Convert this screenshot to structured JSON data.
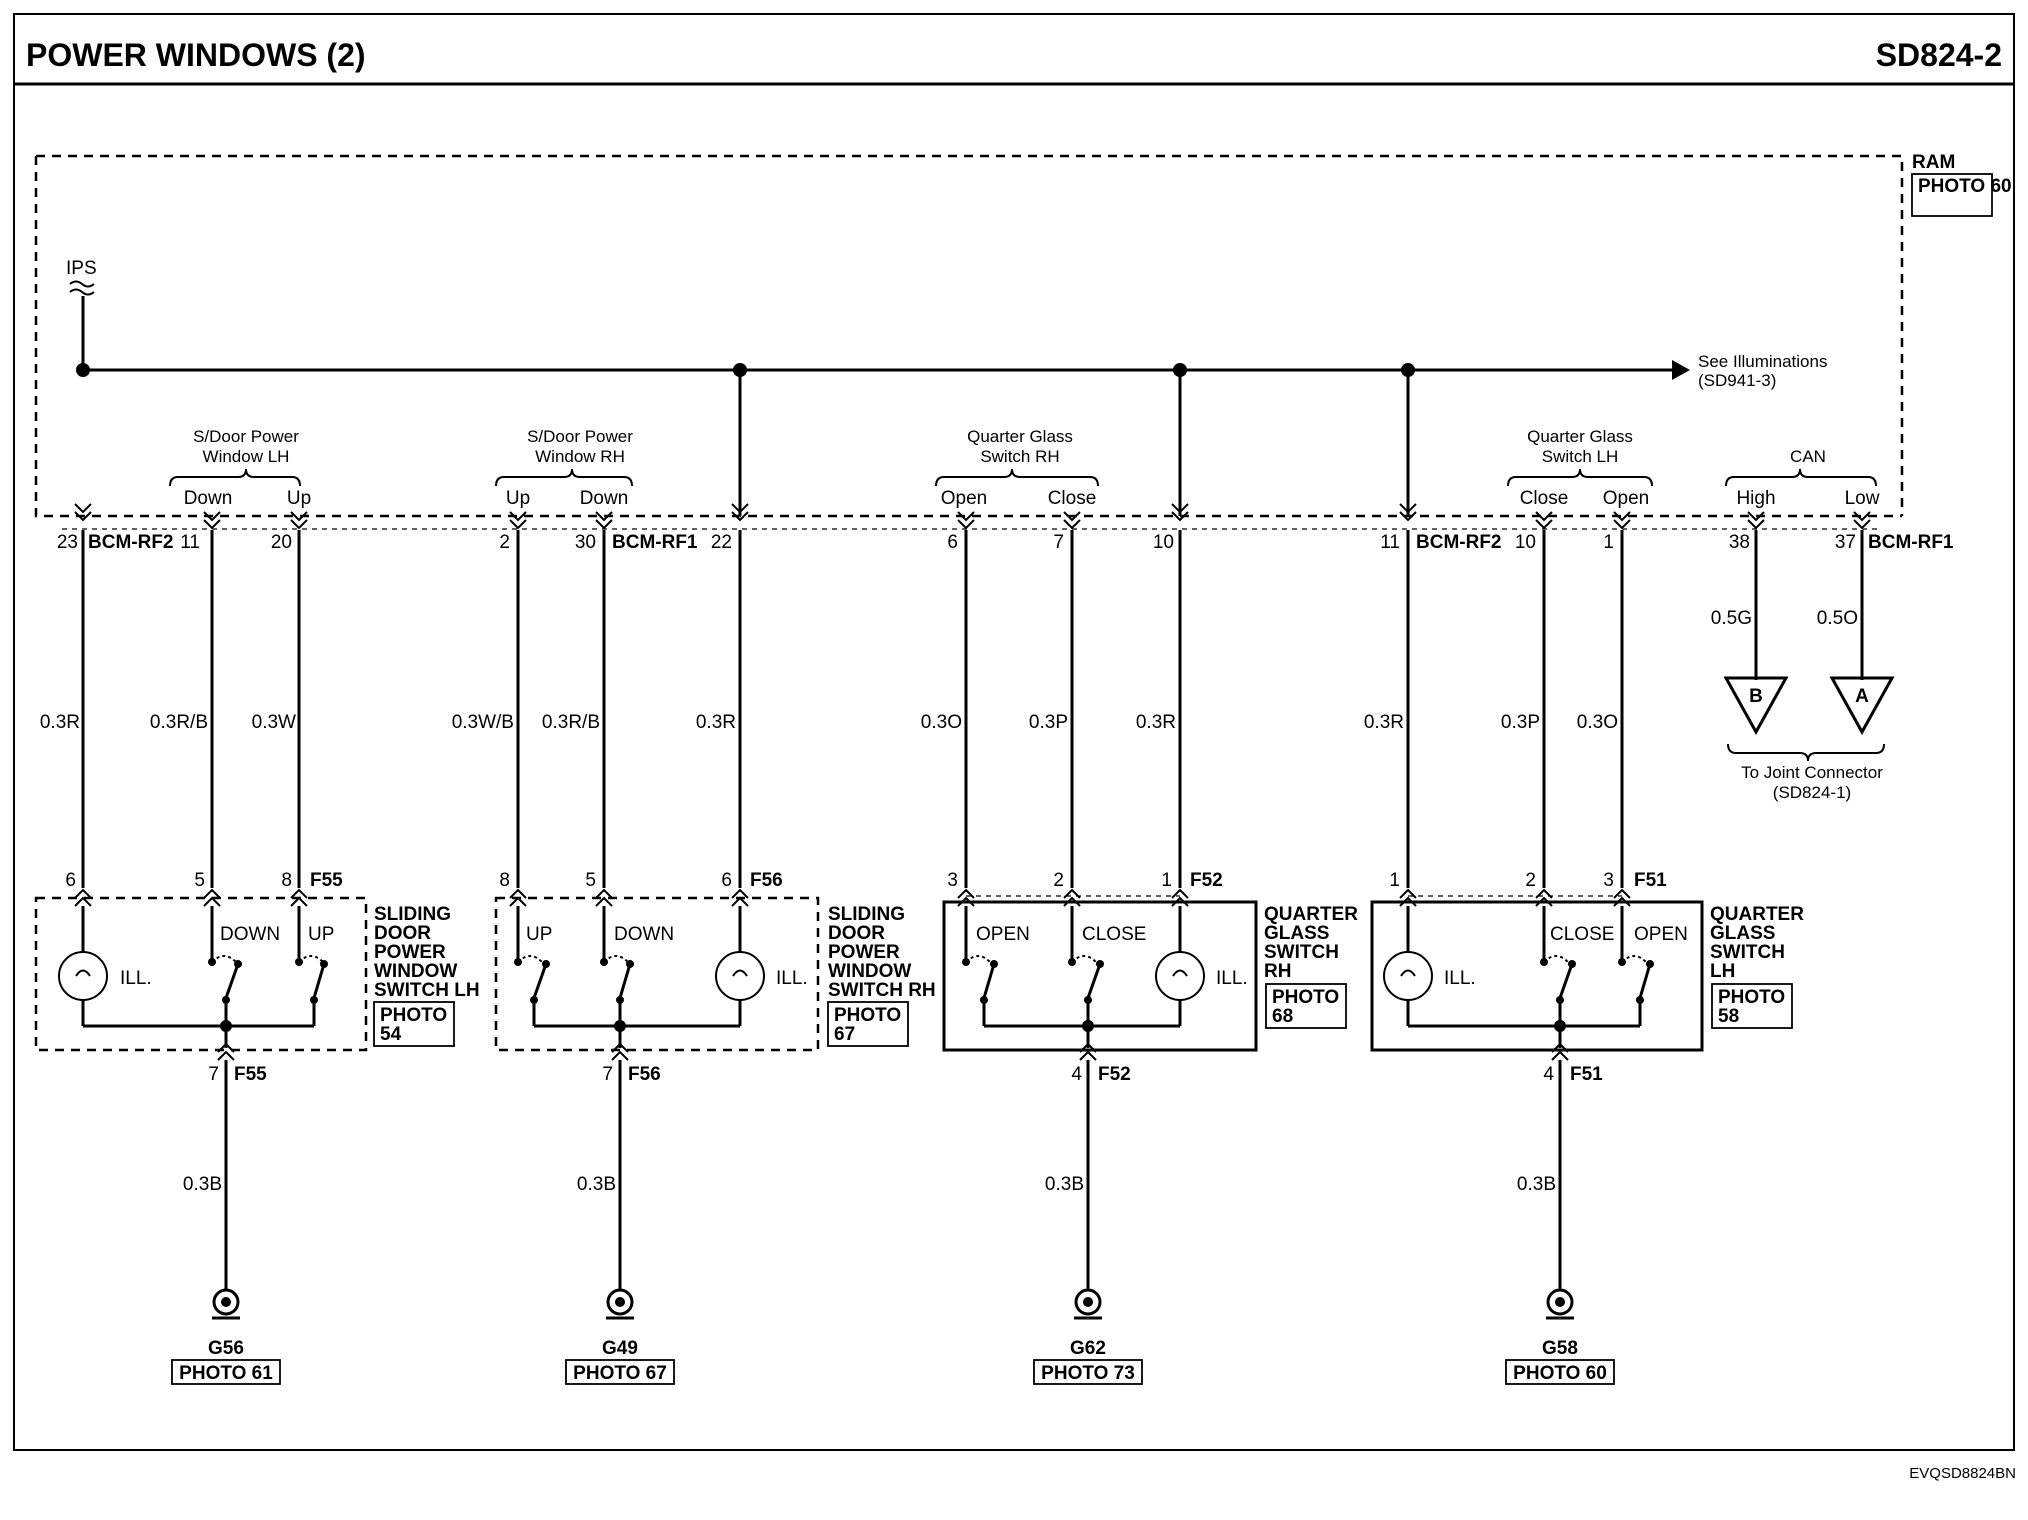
{
  "header": {
    "title": "POWER WINDOWS (2)",
    "code": "SD824-2"
  },
  "footer": {
    "ref": "EVQSD8824BN"
  },
  "ram": {
    "label": "RAM",
    "photo": "PHOTO 60"
  },
  "ips": "IPS",
  "see_illuminations": {
    "line1": "See Illuminations",
    "line2": "(SD941-3)"
  },
  "connectors": {
    "bcm_rf2": "BCM-RF2",
    "bcm_rf1": "BCM-RF1",
    "f55": "F55",
    "f56": "F56",
    "f52": "F52",
    "f51": "F51"
  },
  "groups": {
    "sdoor_lh": {
      "l1": "S/Door Power",
      "l2": "Window LH",
      "a": "Down",
      "b": "Up"
    },
    "sdoor_rh": {
      "l1": "S/Door Power",
      "l2": "Window RH",
      "a": "Up",
      "b": "Down"
    },
    "qg_rh": {
      "l1": "Quarter Glass",
      "l2": "Switch RH",
      "a": "Open",
      "b": "Close"
    },
    "qg_lh": {
      "l1": "Quarter Glass",
      "l2": "Switch LH",
      "a": "Close",
      "b": "Open"
    },
    "can": {
      "l1": "CAN",
      "a": "High",
      "b": "Low"
    }
  },
  "pins_top": {
    "p23": "23",
    "p11a": "11",
    "p20": "20",
    "p2": "2",
    "p30": "30",
    "p22": "22",
    "p6": "6",
    "p7": "7",
    "p10a": "10",
    "p11b": "11",
    "p10b": "10",
    "p1": "1",
    "p38": "38",
    "p37": "37"
  },
  "wire_colors": {
    "w1": "0.3R",
    "w2": "0.3R/B",
    "w3": "0.3W",
    "w4": "0.3W/B",
    "w5": "0.3R/B",
    "w6": "0.3R",
    "w7": "0.3O",
    "w8": "0.3P",
    "w9": "0.3R",
    "w10": "0.3R",
    "w11": "0.3P",
    "w12": "0.3O",
    "w13": "0.5G",
    "w14": "0.5O",
    "g1": "0.3B",
    "g2": "0.3B",
    "g3": "0.3B",
    "g4": "0.3B"
  },
  "joint": {
    "b": "B",
    "a": "A",
    "line1": "To Joint Connector",
    "line2": "(SD824-1)"
  },
  "pins_bottom": {
    "s1_6": "6",
    "s1_5": "5",
    "s1_8": "8",
    "s1_7": "7",
    "s2_8": "8",
    "s2_5": "5",
    "s2_6": "6",
    "s2_7": "7",
    "s3_3": "3",
    "s3_2": "2",
    "s3_1": "1",
    "s3_4": "4",
    "s4_1": "1",
    "s4_2": "2",
    "s4_3": "3",
    "s4_4": "4"
  },
  "switches": {
    "s1": {
      "ill": "ILL.",
      "a": "DOWN",
      "b": "UP",
      "n1": "SLIDING",
      "n2": "DOOR",
      "n3": "POWER",
      "n4": "WINDOW",
      "n5": "SWITCH LH",
      "p1": "PHOTO",
      "p2": "54"
    },
    "s2": {
      "ill": "ILL.",
      "a": "UP",
      "b": "DOWN",
      "n1": "SLIDING",
      "n2": "DOOR",
      "n3": "POWER",
      "n4": "WINDOW",
      "n5": "SWITCH RH",
      "p1": "PHOTO",
      "p2": "67"
    },
    "s3": {
      "ill": "ILL.",
      "a": "OPEN",
      "b": "CLOSE",
      "n1": "QUARTER",
      "n2": "GLASS",
      "n3": "SWITCH",
      "n4": "RH",
      "p1": "PHOTO",
      "p2": "68"
    },
    "s4": {
      "ill": "ILL.",
      "a": "CLOSE",
      "b": "OPEN",
      "n1": "QUARTER",
      "n2": "GLASS",
      "n3": "SWITCH",
      "n4": "LH",
      "p1": "PHOTO",
      "p2": "58"
    }
  },
  "grounds": {
    "g56": {
      "name": "G56",
      "photo": "PHOTO 61"
    },
    "g49": {
      "name": "G49",
      "photo": "PHOTO 67"
    },
    "g62": {
      "name": "G62",
      "photo": "PHOTO 73"
    },
    "g58": {
      "name": "G58",
      "photo": "PHOTO 60"
    }
  }
}
